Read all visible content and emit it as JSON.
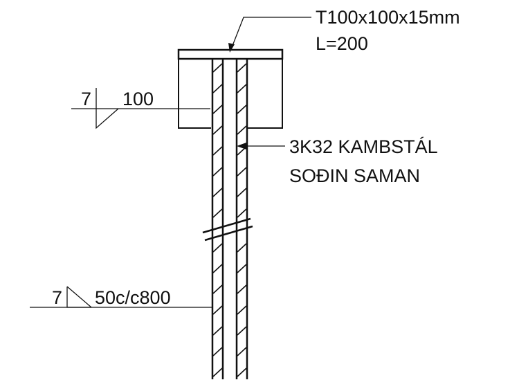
{
  "plate_label": {
    "line1": "T100x100x15mm",
    "line2": "L=200"
  },
  "rebar_label": {
    "line1": "3K32 KAMBSTÁL",
    "line2": "SOÐIN SAMAN"
  },
  "weld_top": {
    "size": "7",
    "length": "100"
  },
  "weld_bottom": {
    "size": "7",
    "spec": "50c/c800"
  },
  "colors": {
    "line": "#111111",
    "background": "#ffffff"
  }
}
